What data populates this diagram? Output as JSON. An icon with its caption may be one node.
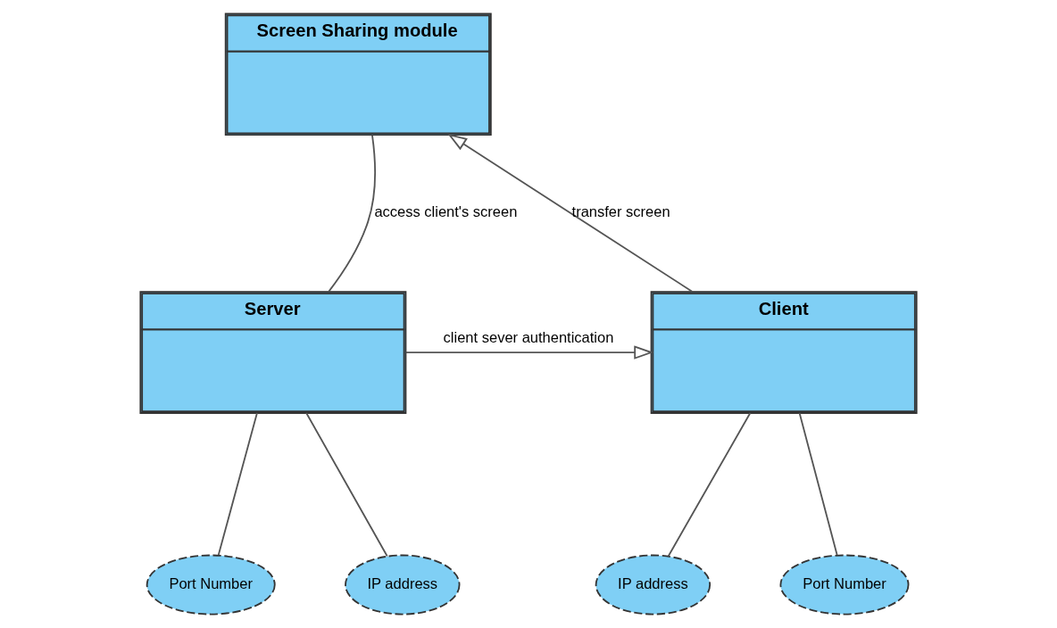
{
  "diagram": {
    "nodes": [
      {
        "text": [
          "Screen Sharing module"
        ]
      },
      {
        "text": [
          "Server"
        ]
      },
      {
        "text": [
          "Client"
        ]
      },
      {
        "text": [
          "Port Number"
        ]
      },
      {
        "text": [
          "IP address"
        ]
      },
      {
        "text": [
          "IP address"
        ]
      },
      {
        "text": [
          "Port Number"
        ]
      }
    ],
    "edges": [
      {
        "from": 1,
        "to": 0,
        "arrow": "none",
        "label": "access client's screen"
      },
      {
        "from": 2,
        "to": 0,
        "arrow": "to",
        "label": "transfer screen"
      },
      {
        "from": 1,
        "to": 2,
        "arrow": "to",
        "label": "client sever authentication"
      },
      {
        "from": 1,
        "to": 3,
        "arrow": "none"
      },
      {
        "from": 1,
        "to": 4,
        "arrow": "none"
      },
      {
        "from": 2,
        "to": 5,
        "arrow": "none"
      },
      {
        "from": 2,
        "to": 6,
        "arrow": "none"
      }
    ]
  }
}
